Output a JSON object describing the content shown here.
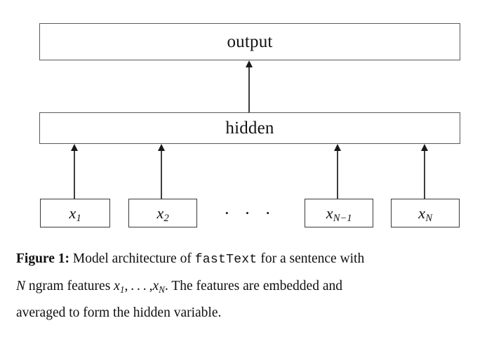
{
  "figure": {
    "layers": {
      "output": {
        "label": "output"
      },
      "hidden": {
        "label": "hidden"
      }
    },
    "inputs": [
      {
        "id": "x1",
        "base": "x",
        "sub": "1"
      },
      {
        "id": "x2",
        "base": "x",
        "sub": "2"
      },
      {
        "id": "xN1",
        "base": "x",
        "sub": "N−1"
      },
      {
        "id": "xN",
        "base": "x",
        "sub": "N"
      }
    ],
    "ellipsis": "·  ·  ·",
    "arrows": [
      {
        "name": "hidden-to-output",
        "from": "hidden",
        "to": "output"
      },
      {
        "name": "x1-to-hidden",
        "from": "x1",
        "to": "hidden"
      },
      {
        "name": "x2-to-hidden",
        "from": "x2",
        "to": "hidden"
      },
      {
        "name": "xN1-to-hidden",
        "from": "xN1",
        "to": "hidden"
      },
      {
        "name": "xN-to-hidden",
        "from": "xN",
        "to": "hidden"
      }
    ],
    "colors": {
      "background": "#ffffff",
      "text": "#101010",
      "layer_border": "#5a5a5a",
      "input_border": "#3a3a3a",
      "arrow": "#3d3d3d"
    }
  },
  "caption": {
    "figure_number": "Figure 1:",
    "line1_a": "Model architecture of",
    "line1_mono": "fastText",
    "line1_b": "for a sentence with",
    "line2_var_n": "N",
    "line2_a": "ngram features",
    "line2_math_x1_base": "x",
    "line2_math_x1_sub": "1",
    "line2_math_comma_dots": ", . . . ,",
    "line2_math_xN_base": "x",
    "line2_math_xN_sub": "N",
    "line2_period": ".",
    "line2_b": "The features are embedded and",
    "line3": "averaged to form the hidden variable.",
    "full_text": "Figure 1: Model architecture of fastText for a sentence with N ngram features x1, . . . , xN. The features are embedded and averaged to form the hidden variable."
  }
}
